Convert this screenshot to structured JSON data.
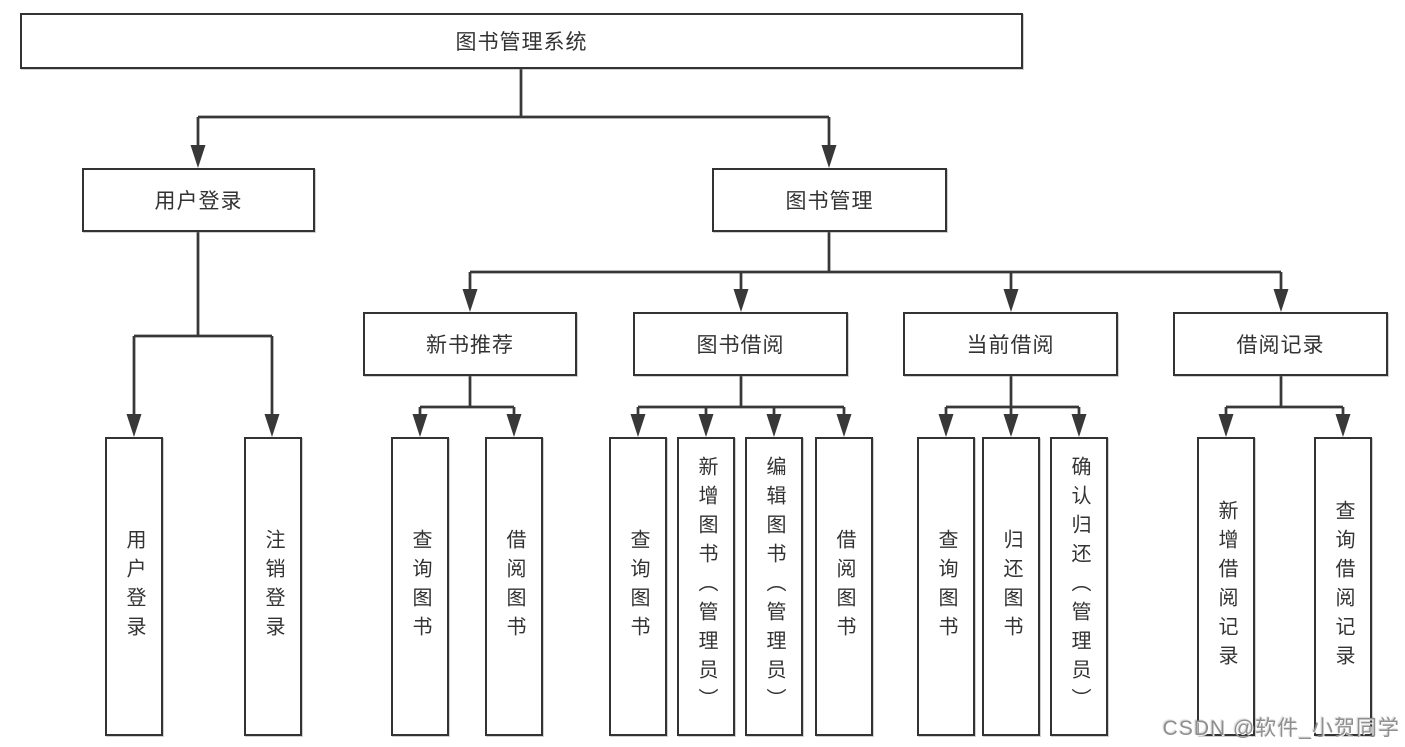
{
  "diagram": {
    "watermark": "CSDN @软件_小贺同学",
    "colors": {
      "background": "#ffffff",
      "box_fill": "#ffffff",
      "box_border": "#333333",
      "line": "#383838",
      "label_text": "#333333",
      "watermark_text": "#8f8f8f"
    },
    "tree": {
      "root": {
        "label": "图书管理系统"
      },
      "children": [
        {
          "label": "用户登录",
          "children": [
            {
              "label": "用户登录"
            },
            {
              "label": "注销登录"
            }
          ]
        },
        {
          "label": "图书管理",
          "children": [
            {
              "label": "新书推荐",
              "children": [
                {
                  "label": "查询图书"
                },
                {
                  "label": "借阅图书"
                }
              ]
            },
            {
              "label": "图书借阅",
              "children": [
                {
                  "label": "查询图书"
                },
                {
                  "label": "新增图书（管理员）"
                },
                {
                  "label": "编辑图书（管理员）"
                },
                {
                  "label": "借阅图书"
                }
              ]
            },
            {
              "label": "当前借阅",
              "children": [
                {
                  "label": "查询图书"
                },
                {
                  "label": "归还图书"
                },
                {
                  "label": "确认归还（管理员）"
                }
              ]
            },
            {
              "label": "借阅记录",
              "children": [
                {
                  "label": "新增借阅记录"
                },
                {
                  "label": "查询借阅记录"
                }
              ]
            }
          ]
        }
      ]
    }
  }
}
